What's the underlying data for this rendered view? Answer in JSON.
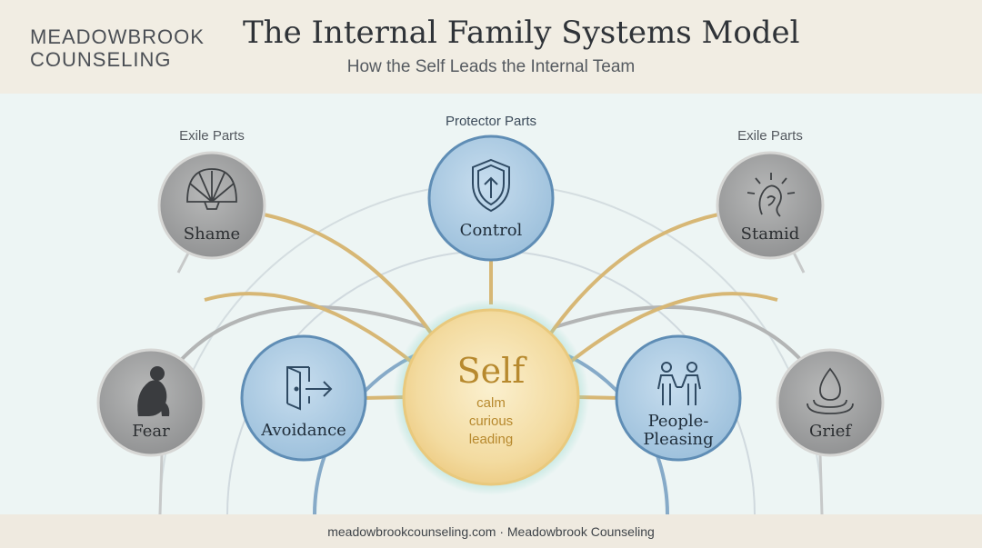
{
  "header": {
    "brand_line1": "MEADOWBROOK",
    "brand_line2": "COUNSELING",
    "title": "The Internal Family Systems Model",
    "subtitle": "How the Self Leads the Internal Team"
  },
  "group_labels": {
    "protector": "Protector Parts",
    "exile_left": "Exile Parts",
    "exile_right": "Exile Parts"
  },
  "self": {
    "title": "Self",
    "line1": "calm",
    "line2": "curious",
    "line3": "leading"
  },
  "protectors": {
    "control": "Control",
    "avoidance": "Avoidance",
    "people_pleasing_1": "People-",
    "people_pleasing_2": "Pleasing"
  },
  "exiles": {
    "shame": "Shame",
    "fear": "Fear",
    "stamid": "Stamid",
    "grief": "Grief"
  },
  "icons": {
    "shame": "shell-icon",
    "control": "shield-arrow-icon",
    "stamid": "sunrise-head-icon",
    "fear": "crouching-figure-icon",
    "avoidance": "door-exit-icon",
    "people_pleasing": "two-people-icon",
    "grief": "water-drop-icon"
  },
  "colors": {
    "protector_fill": "#a9c9e1",
    "protector_stroke": "#5f8db5",
    "exile_fill": "#9c9d9e",
    "exile_stroke": "#d6d6d4",
    "self_fill": "#f3dba0",
    "self_text": "#b7892e",
    "self_glow": "#8fd6c8",
    "gold_line": "#d5b56f",
    "blue_line": "#7fa6c6",
    "gray_line": "#b5b7b7"
  },
  "footer": {
    "text": "meadowbrookcounseling.com · Meadowbrook Counseling"
  }
}
